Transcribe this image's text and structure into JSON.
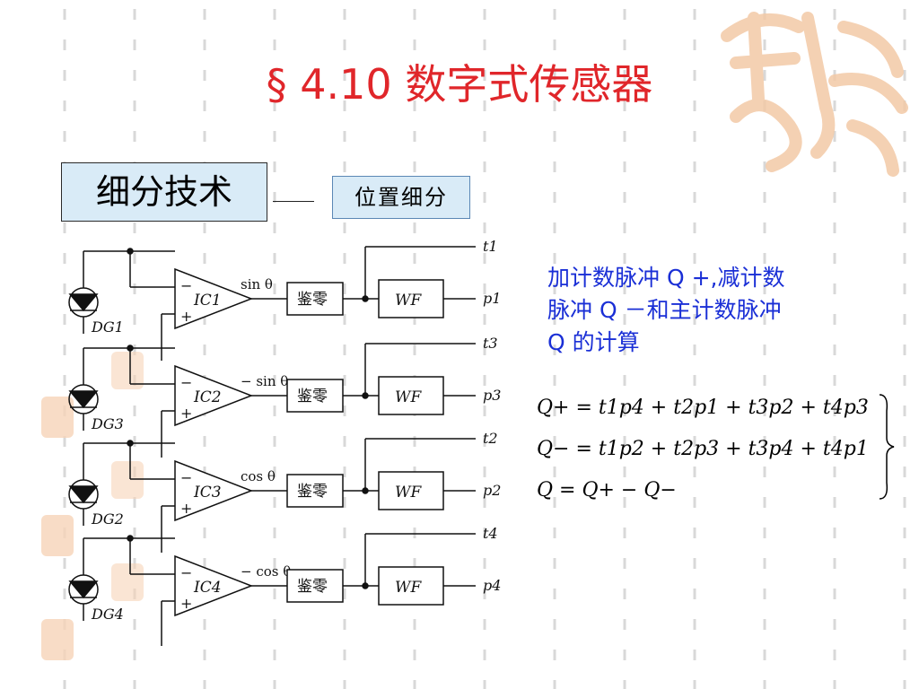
{
  "slide": {
    "title": "§ 4.10 数字式传感器",
    "topic_box": "细分技术",
    "subtopic_box": "位置细分",
    "description_lines": [
      "加计数脉冲 Q +,减计数",
      "脉冲 Q －和主计数脉冲",
      "Q 的计算"
    ],
    "equations": [
      "Q+ = t1p4 + t2p1 + t3p2 + t4p3",
      "Q− = t1p2 + t2p3 + t3p4 + t4p1",
      "Q = Q+ − Q−"
    ]
  },
  "circuit": {
    "stages": [
      {
        "amp": "IC1",
        "signal": "sin θ",
        "detector": "鉴零",
        "shaper": "WF",
        "out_t": "t1",
        "out_p": "p1",
        "diode": "DG1"
      },
      {
        "amp": "IC2",
        "signal": "− sin θ",
        "detector": "鉴零",
        "shaper": "WF",
        "out_t": "t3",
        "out_p": "p3",
        "diode": "DG3"
      },
      {
        "amp": "IC3",
        "signal": "cos θ",
        "detector": "鉴零",
        "shaper": "WF",
        "out_t": "t2",
        "out_p": "p2",
        "diode": "DG2"
      },
      {
        "amp": "IC4",
        "signal": "− cos θ",
        "detector": "鉴零",
        "shaper": "WF",
        "out_t": "t4",
        "out_p": "p4",
        "diode": "DG4"
      }
    ],
    "minus_sign": "−",
    "plus_sign": "+"
  },
  "colors": {
    "title": "#e0262a",
    "description": "#1a2fd6",
    "box_fill": "#d9ebf7",
    "watermark": "#f3c9a6"
  }
}
